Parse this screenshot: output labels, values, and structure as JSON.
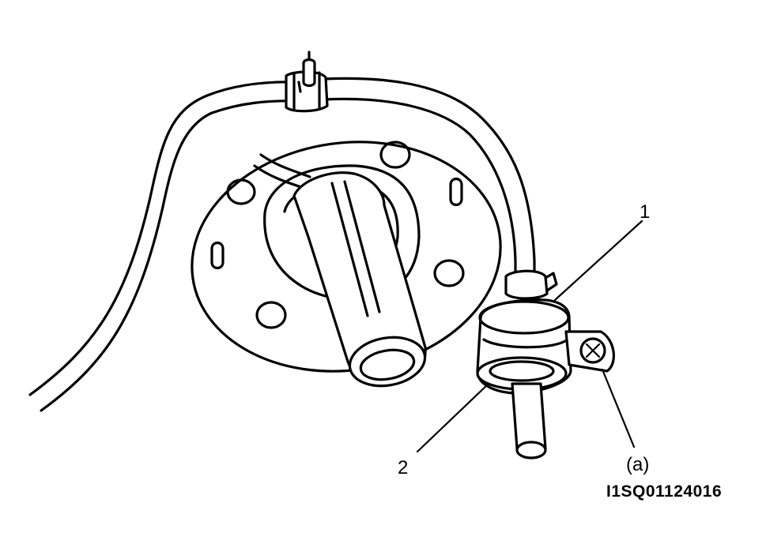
{
  "labels": {
    "callout_1": "1",
    "callout_2": "2",
    "callout_a": "(a)"
  },
  "figure_id": "I1SQ01124016",
  "colors": {
    "ink": "#000000",
    "paper": "#ffffff"
  }
}
